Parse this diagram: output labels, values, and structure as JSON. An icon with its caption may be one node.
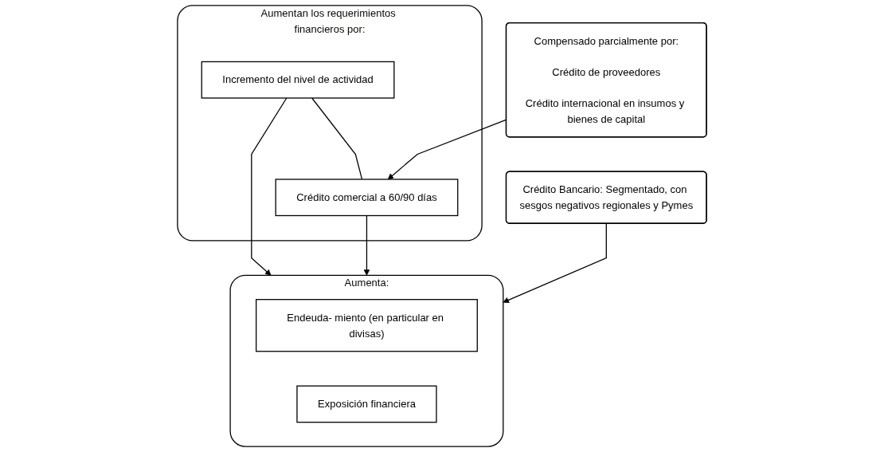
{
  "diagram": {
    "nodes": [
      {
        "text": [
          "Aumentan los requerimientos financieros por:"
        ]
      },
      {
        "text": [
          "Incremento del nivel de actividad"
        ],
        "in": 0
      },
      {
        "text": [
          "Crédito comercial a 60/90 días"
        ],
        "in": 0
      },
      {
        "text": [
          "Compensado parcialmente por:",
          "Crédito de proveedores",
          "Crédito internacional en insumos y bienes de capital"
        ]
      },
      {
        "text": [
          "Aumenta:"
        ]
      },
      {
        "text": [
          "Endeuda- miento (en particular en divisas)"
        ],
        "in": 4
      },
      {
        "text": [
          "Exposición financiera"
        ],
        "in": 4
      },
      {
        "text": [
          "Crédito Bancario: Segmentado, con sesgos negativos regionales y Pymes"
        ]
      }
    ],
    "edges": [
      {
        "from": 1,
        "to": 2,
        "arrow": "none"
      },
      {
        "from": 3,
        "to": 2,
        "arrow": "to"
      },
      {
        "from": 1,
        "to": 4,
        "arrow": "to"
      },
      {
        "from": 2,
        "to": 4,
        "arrow": "to"
      },
      {
        "from": 7,
        "to": 4,
        "arrow": "to"
      }
    ]
  }
}
